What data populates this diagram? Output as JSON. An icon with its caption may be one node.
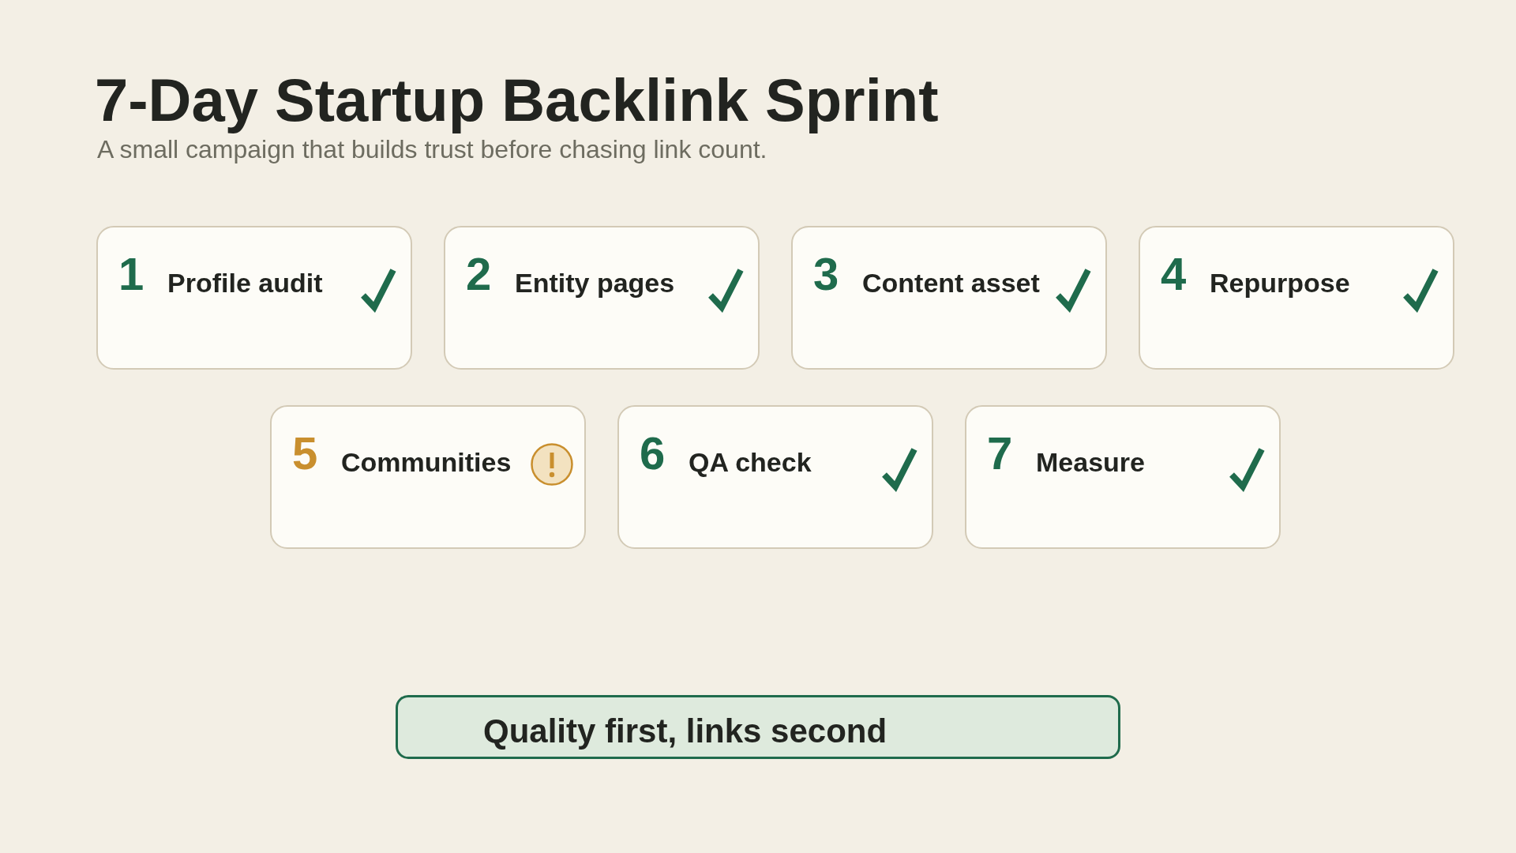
{
  "diagram": {
    "title": "7-Day Startup Backlink Sprint",
    "nodes": [
      {
        "text": [
          "1",
          "Profile audit"
        ]
      },
      {
        "text": [
          "2",
          "Entity pages"
        ]
      },
      {
        "text": [
          "3",
          "Content asset"
        ]
      },
      {
        "text": [
          "4",
          "Repurpose"
        ]
      },
      {
        "text": [
          "5",
          "Communities"
        ]
      },
      {
        "text": [
          "6",
          "QA check"
        ]
      },
      {
        "text": [
          "7",
          "Measure"
        ]
      },
      {
        "text": [
          "Quality first, links second"
        ]
      }
    ],
    "labels": [
      "A small campaign that builds trust before chasing link count."
    ]
  }
}
